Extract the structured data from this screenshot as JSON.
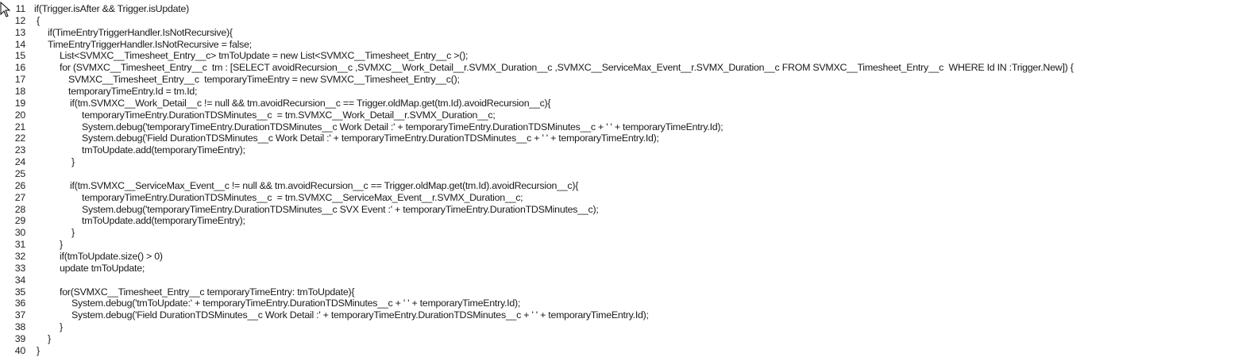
{
  "editor": {
    "lines": [
      {
        "number": "11",
        "text": "if(Trigger.isAfter && Trigger.isUpdate)"
      },
      {
        "number": "12",
        "text": "{"
      },
      {
        "number": "13",
        "text": "if(TimeEntryTriggerHandler.IsNotRecursive){"
      },
      {
        "number": "14",
        "text": "TimeEntryTriggerHandler.IsNotRecursive = false;"
      },
      {
        "number": "15",
        "text": "List<SVMXC__Timesheet_Entry__c> tmToUpdate = new List<SVMXC__Timesheet_Entry__c >();"
      },
      {
        "number": "16",
        "text": "for (SVMXC__Timesheet_Entry__c  tm : [SELECT avoidRecursion__c ,SVMXC__Work_Detail__r.SVMX_Duration__c ,SVMXC__ServiceMax_Event__r.SVMX_Duration__c FROM SVMXC__Timesheet_Entry__c  WHERE Id IN :Trigger.New]) {"
      },
      {
        "number": "17",
        "text": "SVMXC__Timesheet_Entry__c  temporaryTimeEntry = new SVMXC__Timesheet_Entry__c();"
      },
      {
        "number": "18",
        "text": "temporaryTimeEntry.Id = tm.Id;"
      },
      {
        "number": "19",
        "text": "if(tm.SVMXC__Work_Detail__c != null && tm.avoidRecursion__c == Trigger.oldMap.get(tm.Id).avoidRecursion__c){"
      },
      {
        "number": "20",
        "text": "temporaryTimeEntry.DurationTDSMinutes__c  = tm.SVMXC__Work_Detail__r.SVMX_Duration__c;"
      },
      {
        "number": "21",
        "text": "System.debug('temporaryTimeEntry.DurationTDSMinutes__c Work Detail :' + temporaryTimeEntry.DurationTDSMinutes__c + ' ' + temporaryTimeEntry.Id);"
      },
      {
        "number": "22",
        "text": "System.debug('Field DurationTDSMinutes__c Work Detail :' + temporaryTimeEntry.DurationTDSMinutes__c + ' ' + temporaryTimeEntry.Id);"
      },
      {
        "number": "23",
        "text": "tmToUpdate.add(temporaryTimeEntry);"
      },
      {
        "number": "24",
        "text": "}"
      },
      {
        "number": "25",
        "text": ""
      },
      {
        "number": "26",
        "text": "if(tm.SVMXC__ServiceMax_Event__c != null && tm.avoidRecursion__c == Trigger.oldMap.get(tm.Id).avoidRecursion__c){"
      },
      {
        "number": "27",
        "text": "temporaryTimeEntry.DurationTDSMinutes__c  = tm.SVMXC__ServiceMax_Event__r.SVMX_Duration__c;"
      },
      {
        "number": "28",
        "text": "System.debug('temporaryTimeEntry.DurationTDSMinutes__c SVX Event :' + temporaryTimeEntry.DurationTDSMinutes__c);"
      },
      {
        "number": "29",
        "text": "tmToUpdate.add(temporaryTimeEntry);"
      },
      {
        "number": "30",
        "text": "}"
      },
      {
        "number": "31",
        "text": "}"
      },
      {
        "number": "32",
        "text": "if(tmToUpdate.size() > 0)"
      },
      {
        "number": "33",
        "text": "update tmToUpdate;"
      },
      {
        "number": "34",
        "text": ""
      },
      {
        "number": "35",
        "text": "for(SVMXC__Timesheet_Entry__c temporaryTimeEntry: tmToUpdate){"
      },
      {
        "number": "36",
        "text": "System.debug('tmToUpdate:' + temporaryTimeEntry.DurationTDSMinutes__c + ' ' + temporaryTimeEntry.Id);"
      },
      {
        "number": "37",
        "text": "System.debug('Field DurationTDSMinutes__c Work Detail :' + temporaryTimeEntry.DurationTDSMinutes__c + ' ' + temporaryTimeEntry.Id);"
      },
      {
        "number": "38",
        "text": "}"
      },
      {
        "number": "39",
        "text": "}"
      },
      {
        "number": "40",
        "text": "}"
      }
    ]
  }
}
